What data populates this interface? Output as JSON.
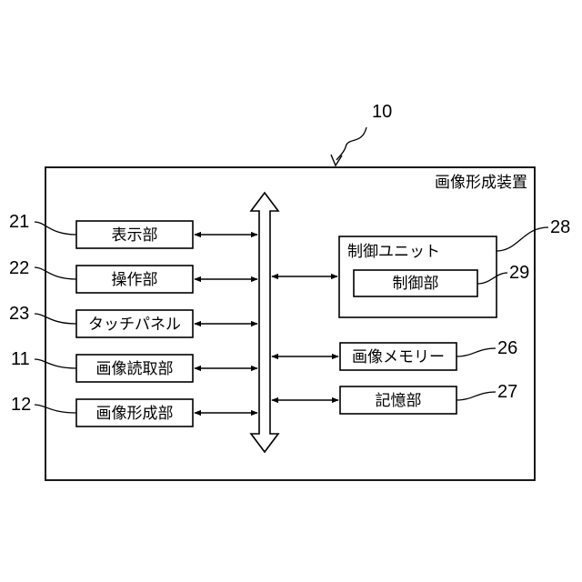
{
  "reference_number": "10",
  "apparatus": {
    "label": "画像形成装置"
  },
  "left_units": [
    {
      "ref": "21",
      "label": "表示部"
    },
    {
      "ref": "22",
      "label": "操作部"
    },
    {
      "ref": "23",
      "label": "タッチパネル"
    },
    {
      "ref": "11",
      "label": "画像読取部"
    },
    {
      "ref": "12",
      "label": "画像形成部"
    }
  ],
  "control_unit": {
    "ref": "28",
    "label": "制御ユニット"
  },
  "control_section": {
    "ref": "29",
    "label": "制御部"
  },
  "image_memory": {
    "ref": "26",
    "label": "画像メモリー"
  },
  "storage": {
    "ref": "27",
    "label": "記憶部"
  }
}
